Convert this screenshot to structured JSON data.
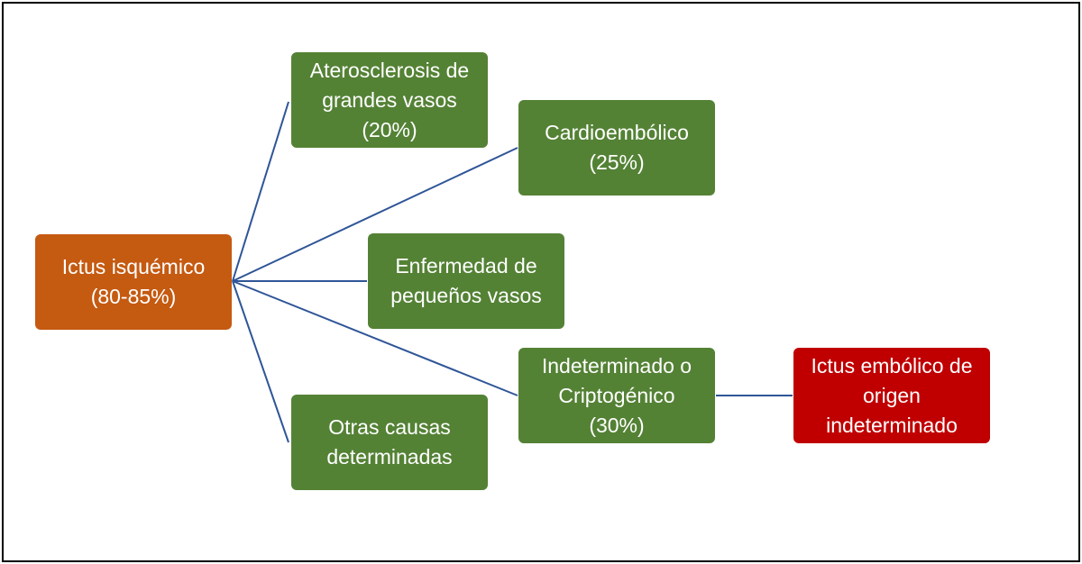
{
  "diagram": {
    "nodes": {
      "root": {
        "lines": [
          "Ictus isquémico",
          "(80-85%)"
        ],
        "color": "#c55a11"
      },
      "ath": {
        "lines": [
          "Aterosclerosis de",
          "grandes vasos",
          "(20%)"
        ],
        "color": "#548235"
      },
      "card": {
        "lines": [
          "Cardioembólico",
          "(25%)"
        ],
        "color": "#548235"
      },
      "small": {
        "lines": [
          "Enfermedad de",
          "pequeños vasos"
        ],
        "color": "#548235"
      },
      "indet": {
        "lines": [
          "Indeterminado o",
          "Criptogénico",
          "(30%)"
        ],
        "color": "#548235"
      },
      "other": {
        "lines": [
          "Otras causas",
          "determinadas"
        ],
        "color": "#548235"
      },
      "esus": {
        "lines": [
          "Ictus embólico de",
          "origen",
          "indeterminado"
        ],
        "color": "#c00000"
      }
    },
    "edges": [
      [
        "root",
        "ath"
      ],
      [
        "root",
        "card"
      ],
      [
        "root",
        "small"
      ],
      [
        "root",
        "indet"
      ],
      [
        "root",
        "other"
      ],
      [
        "indet",
        "esus"
      ]
    ],
    "line_color": "#2f5597"
  }
}
